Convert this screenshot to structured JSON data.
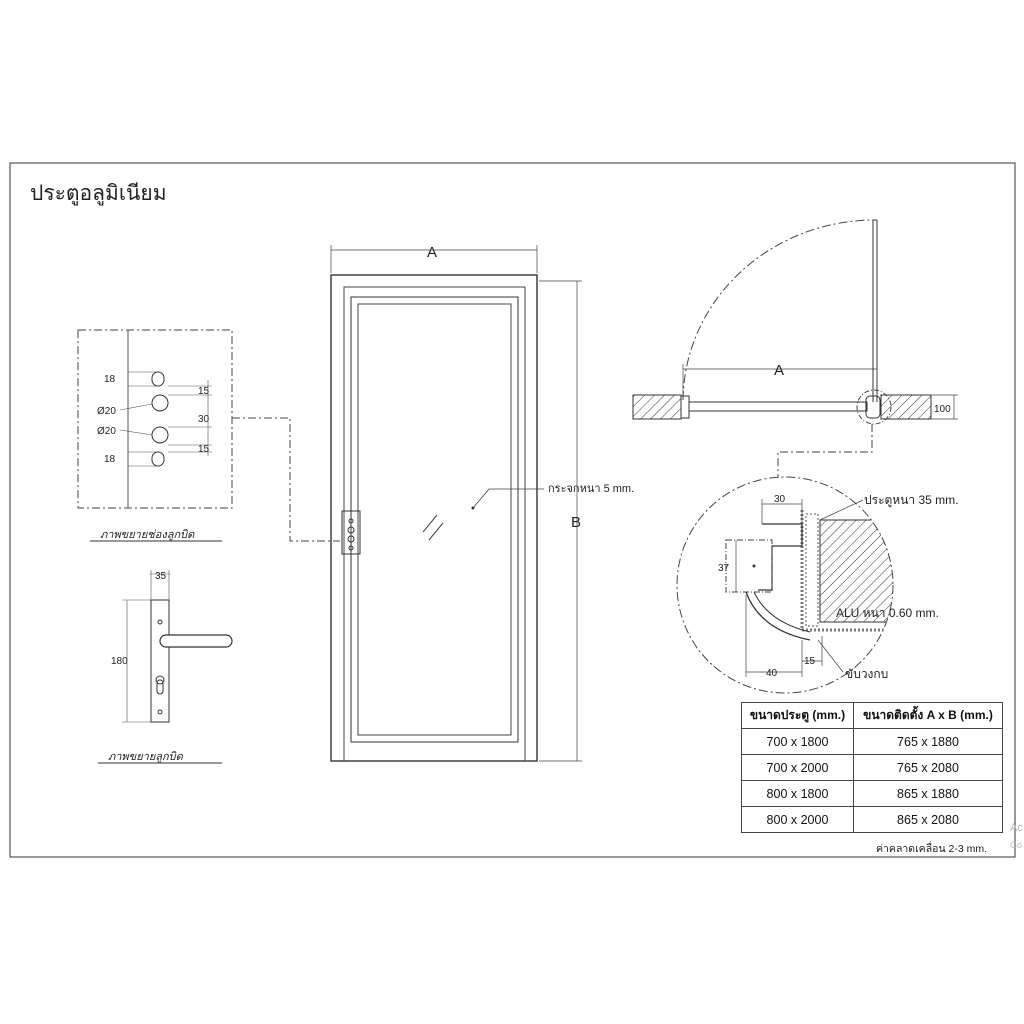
{
  "title": "ประตูอลูมิเนียม",
  "dim": {
    "a": "A",
    "b": "B",
    "a_plan": "A",
    "wall": "100"
  },
  "glass_note": "กระจกหนา 5 mm.",
  "hole_detail": {
    "caption": "ภาพขยายช่องลูกบิด",
    "dims": [
      "18",
      "15",
      "Ø20",
      "30",
      "Ø20",
      "15",
      "18"
    ]
  },
  "handle_detail": {
    "caption": "ภาพขยายลูกบิด",
    "width": "35",
    "height": "180"
  },
  "section_detail": {
    "door_thick": "ประตูหนา 35 mm.",
    "alu_thick": "ALU หนา 0.60 mm.",
    "stop": "ขับวงกบ",
    "d30": "30",
    "d37": "37",
    "d40": "40",
    "d15": "15"
  },
  "table": {
    "headers": [
      "ขนาดประตู (mm.)",
      "ขนาดติดตั้ง A x B (mm.)"
    ],
    "rows": [
      [
        "700 x 1800",
        "765 x 1880"
      ],
      [
        "700 x 2000",
        "765 x 2080"
      ],
      [
        "800 x 1800",
        "865 x 1880"
      ],
      [
        "800 x 2000",
        "865 x 2080"
      ]
    ],
    "note": "ค่าคลาดเคลื่อน 2-3 mm."
  },
  "watermark": [
    "Ac",
    "Go"
  ]
}
